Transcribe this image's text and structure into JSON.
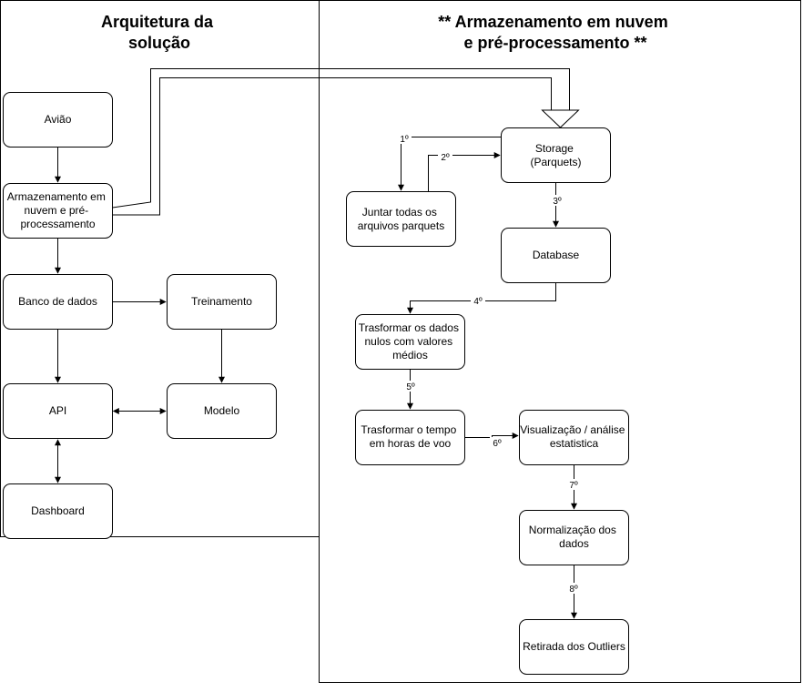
{
  "left_panel": {
    "title_lines": [
      "Arquitetura da",
      "solução"
    ]
  },
  "right_panel": {
    "title_lines": [
      "** Armazenamento em nuvem",
      "e pré-processamento **"
    ]
  },
  "left_nodes": {
    "aviao": [
      "Avião"
    ],
    "armazenamento": [
      "Armazenamento em",
      "nuvem e pré-",
      "processamento"
    ],
    "banco": [
      "Banco de dados"
    ],
    "treinamento": [
      "Treinamento"
    ],
    "api": [
      "API"
    ],
    "modelo": [
      "Modelo"
    ],
    "dashboard": [
      "Dashboard"
    ]
  },
  "right_nodes": {
    "storage": [
      "Storage",
      "(Parquets)"
    ],
    "juntar": [
      "Juntar todas os",
      "arquivos parquets"
    ],
    "database": [
      "Database"
    ],
    "trasformar_nulos": [
      "Trasformar os dados",
      "nulos com valores",
      "médios"
    ],
    "trasformar_tempo": [
      "Trasformar o tempo",
      "em horas de voo"
    ],
    "visualizacao": [
      "Visualização / análise",
      "estatistica"
    ],
    "normalizacao": [
      "Normalização dos",
      "dados"
    ],
    "outliers": [
      "Retirada dos Outliers"
    ]
  },
  "steps": {
    "s1": "1º",
    "s2": "2º",
    "s3": "3º",
    "s4": "4º",
    "s5": "5º",
    "s6": "6º",
    "s7": "7º",
    "s8": "8º"
  }
}
